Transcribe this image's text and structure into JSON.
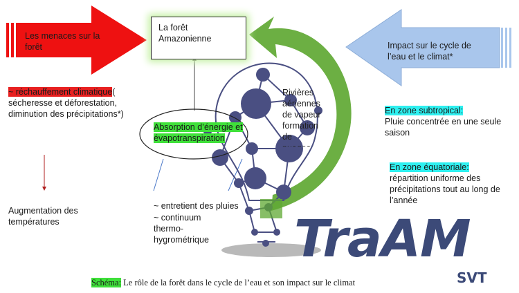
{
  "diagram": {
    "left_arrow_label": "Les menaces sur la forêt",
    "center_box_label": "La forêt Amazonienne",
    "right_arrow_label": "Impact sur le cycle de l’eau et le climat*",
    "left_block": {
      "highlight": "~ réchauffement climatique",
      "rest": "( sécheresse et déforestation, diminution des précipitations*)"
    },
    "left_consequence": "Augmentation des températures",
    "ellipse_label": "Absorption d’énergie et évapotranspiration",
    "center_overlay": "Rivières aériennes de vapeur formation de nuages",
    "center_bottom": [
      "~ entretient des pluies",
      "~ continuum thermo-hygrométrique"
    ],
    "subtropical": {
      "title": "En zone subtropical:",
      "text": "Pluie concentrée en une seule saison"
    },
    "equatorial": {
      "title": "En zone équatoriale:",
      "text": " répartition uniforme des précipitations tout au long de l’année"
    },
    "caption": {
      "label": "Schéma:",
      "text": " Le rôle de la forêt dans le cycle de l’eau et son impact sur le climat"
    }
  },
  "watermark": {
    "main": "TraAM",
    "sub": "SVT"
  },
  "colors": {
    "red_arrow": "#ee1111",
    "blue_arrow": "#a9c6ec",
    "green_arrow": "#5fa833",
    "network": "#4a4f82",
    "watermark": "#3c4a78"
  }
}
